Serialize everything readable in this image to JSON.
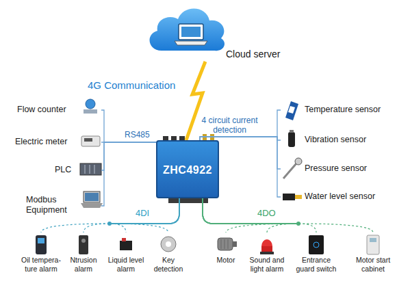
{
  "diagram": {
    "nodes": [
      {
        "text": [
          "Cloud server"
        ]
      },
      {
        "text": [
          "Flow counter"
        ]
      },
      {
        "text": [
          "Electric meter"
        ]
      },
      {
        "text": [
          "PLC"
        ]
      },
      {
        "text": [
          "Modbus Equipment"
        ]
      },
      {
        "text": [
          "ZHC4922"
        ]
      },
      {
        "text": [
          "Temperature sensor"
        ]
      },
      {
        "text": [
          "Vibration sensor"
        ]
      },
      {
        "text": [
          "Pressure sensor"
        ]
      },
      {
        "text": [
          "Water level sensor"
        ]
      },
      {
        "text": [
          "Oil tempera- ture alarm"
        ]
      },
      {
        "text": [
          "Ntrusion alarm"
        ]
      },
      {
        "text": [
          "Liquid level alarm"
        ]
      },
      {
        "text": [
          "Key detection"
        ]
      },
      {
        "text": [
          "Motor"
        ]
      },
      {
        "text": [
          "Sound and light alarm"
        ]
      },
      {
        "text": [
          "Entrance guard switch"
        ]
      },
      {
        "text": [
          "Motor start cabinet"
        ]
      }
    ],
    "edges": [
      {
        "from": 0,
        "to": 5,
        "arrow": "none",
        "label": "4G Communication"
      },
      {
        "from": 1,
        "to": 5,
        "arrow": "none"
      },
      {
        "from": 2,
        "to": 5,
        "arrow": "none"
      },
      {
        "from": 3,
        "to": 5,
        "arrow": "none"
      },
      {
        "from": 4,
        "to": 5,
        "arrow": "none"
      },
      {
        "from": 5,
        "to": 6,
        "arrow": "none"
      },
      {
        "from": 5,
        "to": 7,
        "arrow": "none"
      },
      {
        "from": 5,
        "to": 8,
        "arrow": "none"
      },
      {
        "from": 5,
        "to": 9,
        "arrow": "none"
      },
      {
        "from": 5,
        "to": 10,
        "arrow": "none"
      },
      {
        "from": 5,
        "to": 11,
        "arrow": "none"
      },
      {
        "from": 5,
        "to": 12,
        "arrow": "none"
      },
      {
        "from": 5,
        "to": 13,
        "arrow": "none"
      },
      {
        "from": 5,
        "to": 14,
        "arrow": "none"
      },
      {
        "from": 5,
        "to": 15,
        "arrow": "none"
      },
      {
        "from": 5,
        "to": 16,
        "arrow": "none"
      },
      {
        "from": 5,
        "to": 17,
        "arrow": "none"
      }
    ],
    "labels": [
      "RS485",
      "4 circuit current detection",
      "4DI",
      "4DO"
    ]
  }
}
